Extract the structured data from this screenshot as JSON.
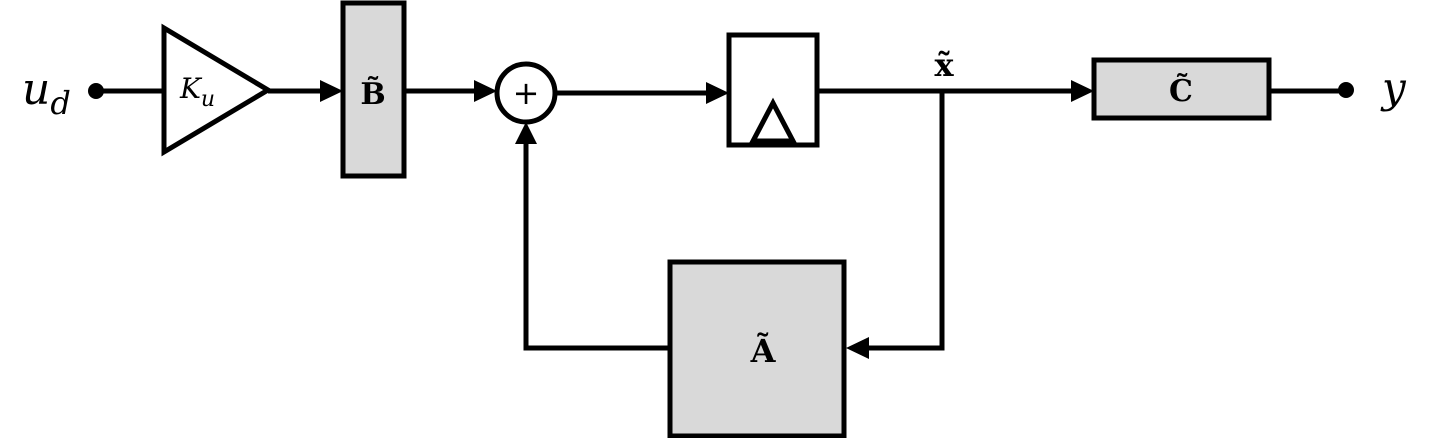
{
  "diagram": {
    "input_label": "u",
    "input_sub": "d",
    "gain_label": "K",
    "gain_sub": "u",
    "b_label": "B̃",
    "sum_symbol": "+",
    "state_label": "x̃",
    "c_label": "C̃",
    "a_label": "Ã",
    "output_label": "y"
  }
}
